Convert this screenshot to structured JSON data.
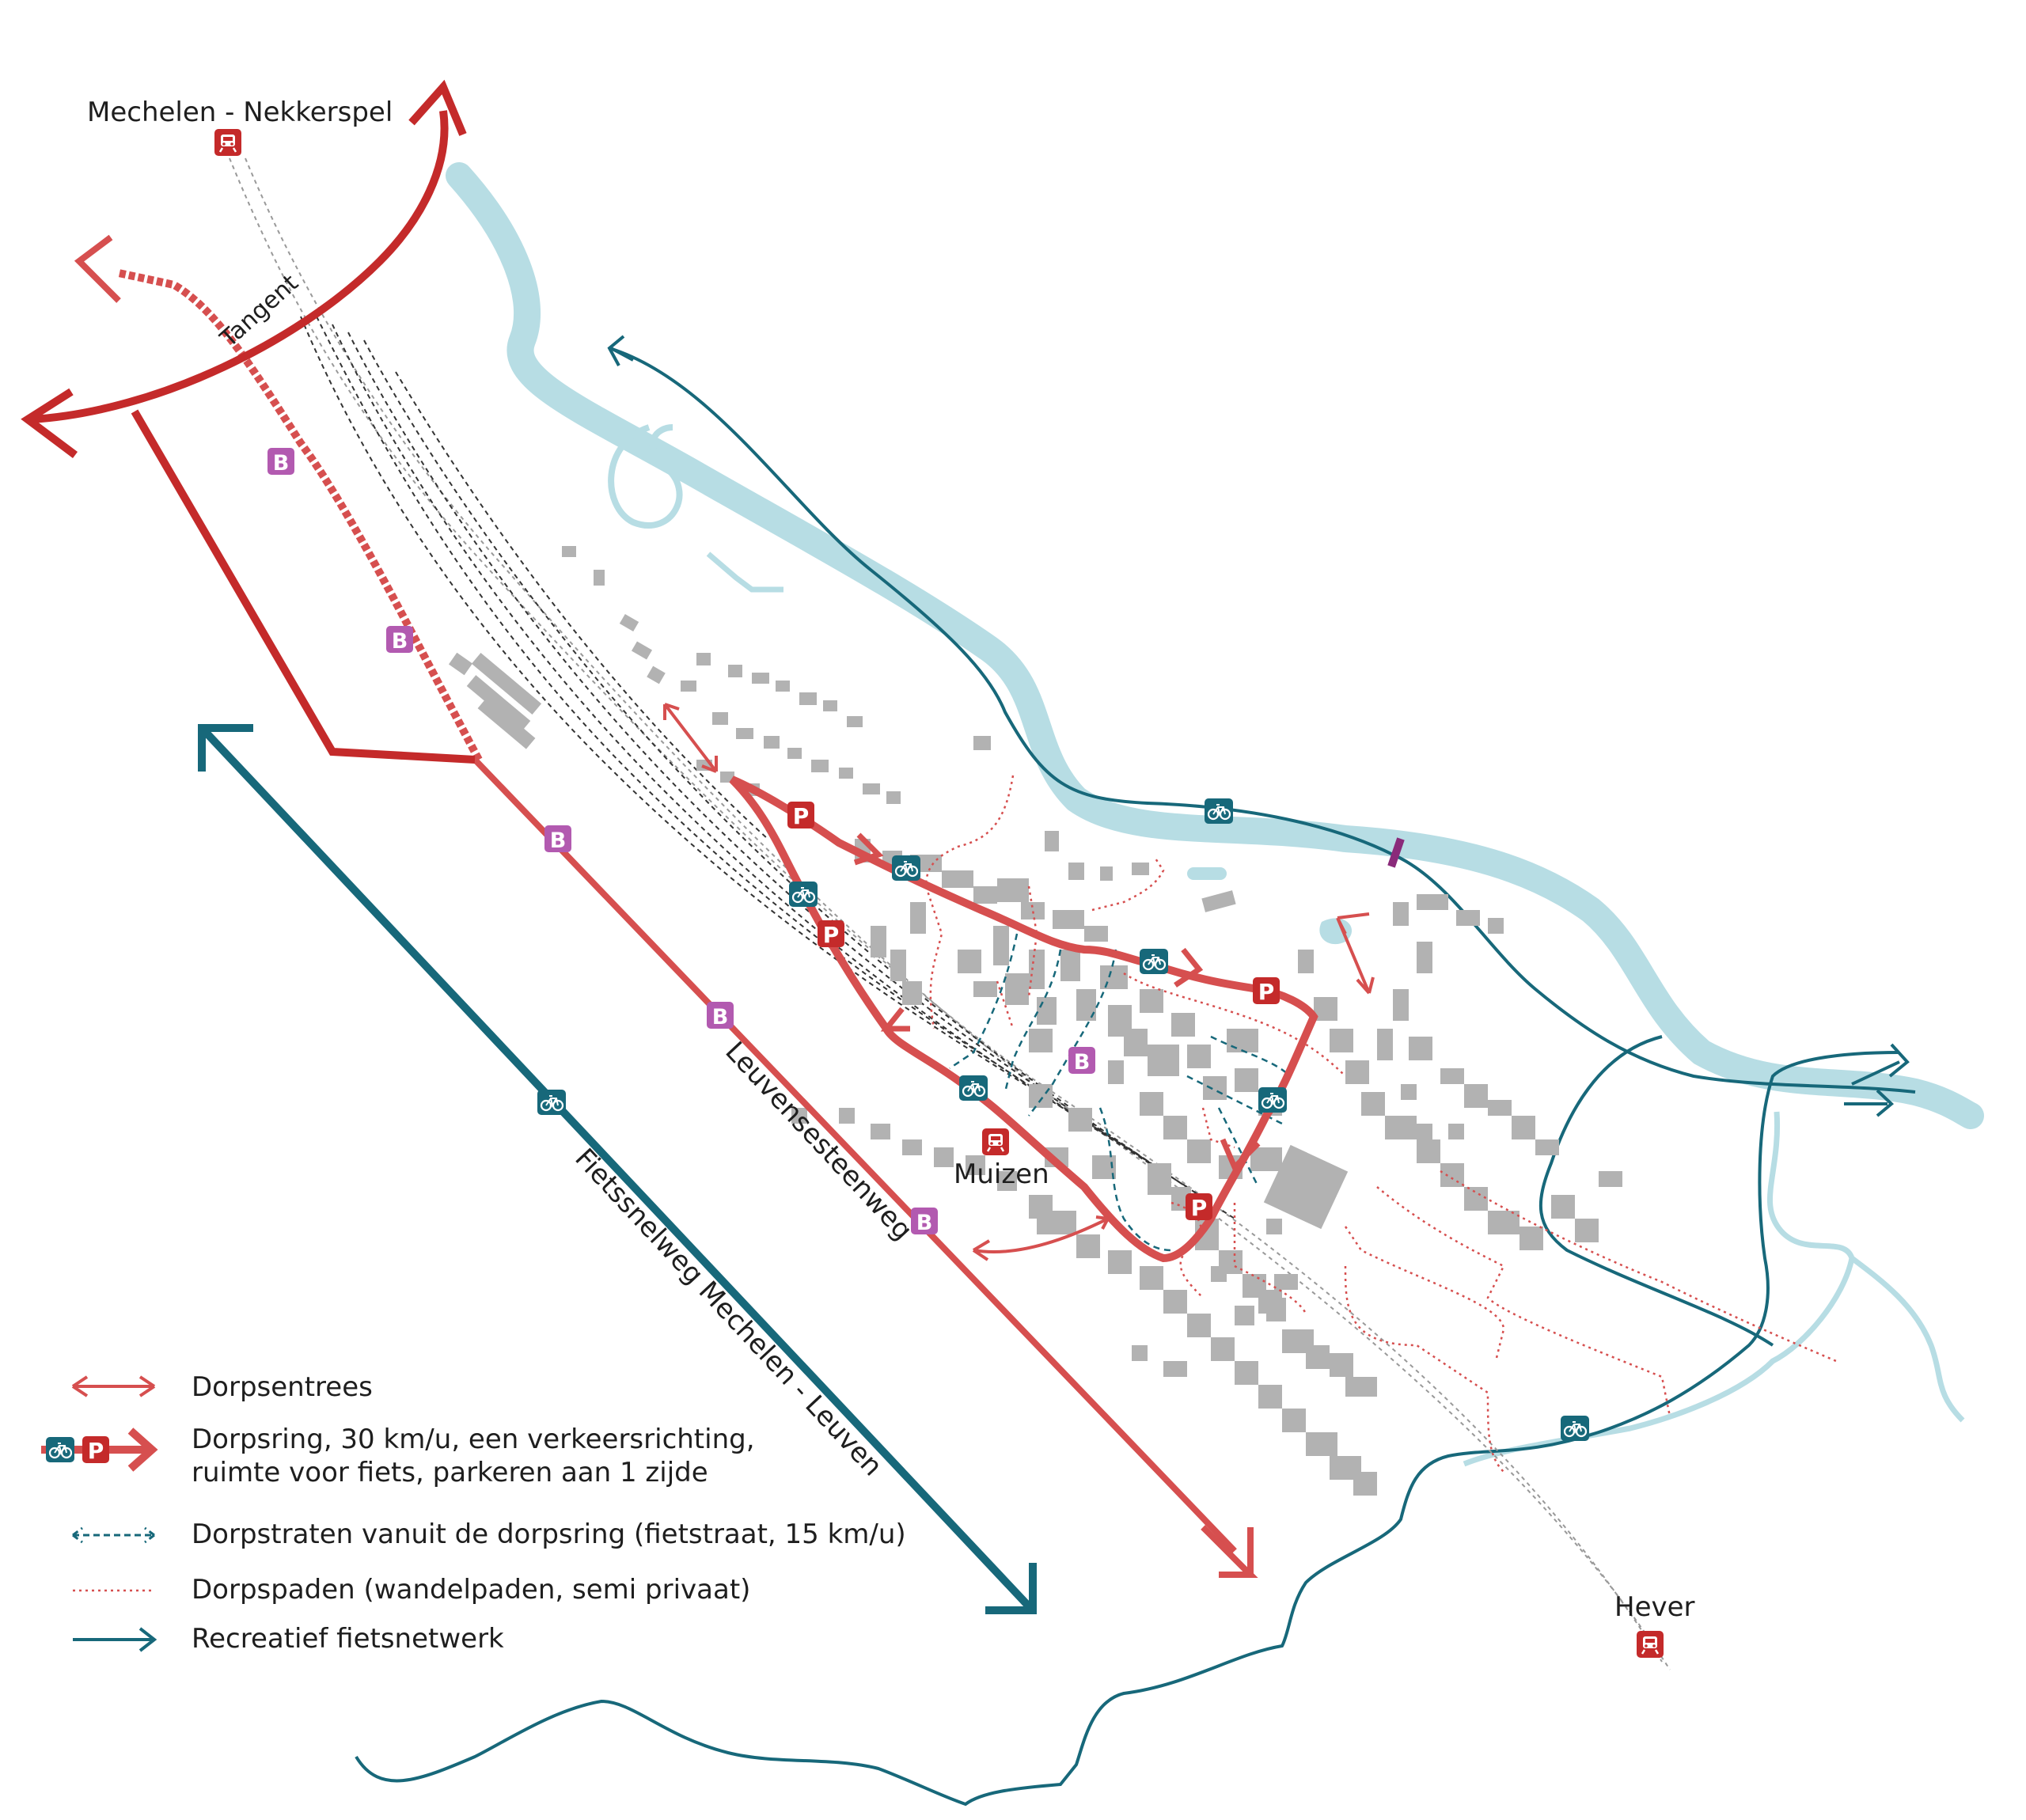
{
  "map": {
    "labels": {
      "mechelen_nekkerspel": "Mechelen - Nekkerspel",
      "tangent": "Tangent",
      "muizen": "Muizen",
      "hever": "Hever",
      "leuvensesteenweg": "Leuvensesteenweg",
      "fietssnelweg": "Fietssnelweg Mechelen - Leuven"
    },
    "markers": {
      "bus": "B",
      "parking": "P"
    },
    "icons": {
      "train": "train-icon",
      "bicycle": "bicycle-icon"
    }
  },
  "legend": {
    "items": [
      {
        "label": "Dorpsentrees"
      },
      {
        "label": "Dorpsring, 30 km/u, een verkeersrichting,",
        "label2": "ruimte voor fiets, parkeren aan 1 zijde"
      },
      {
        "label": "Dorpstraten vanuit de dorpsring (fietstraat, 15 km/u)"
      },
      {
        "label": "Dorpspaden (wandelpaden, semi privaat)"
      },
      {
        "label": "Recreatief fietsnetwerk"
      }
    ]
  },
  "colors": {
    "ring_red": "#d64f4f",
    "dark_red": "#c42a2a",
    "teal": "#17687a",
    "river": "#b7dde4",
    "bus_purple": "#b25ab0",
    "building_grey": "#b2b2b2",
    "purple_bridge": "#8a2a7a"
  }
}
